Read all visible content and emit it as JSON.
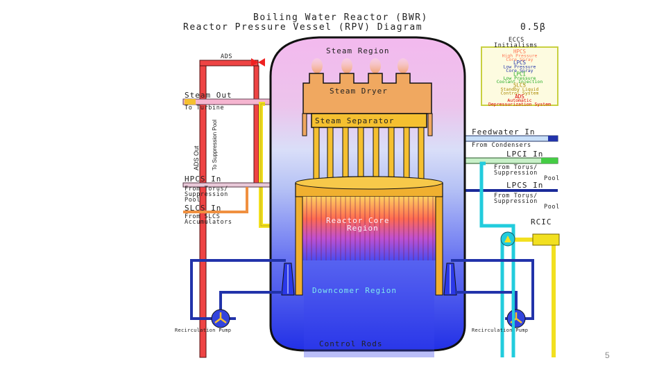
{
  "title": {
    "line1": "Boiling Water Reactor (BWR)",
    "line2": "Reactor Pressure Vessel (RPV) Diagram",
    "version": "0.5β"
  },
  "regions": {
    "steam_region": "Steam Region",
    "steam_dryer": "Steam Dryer",
    "steam_separator": "Steam Separator",
    "core_line1": "Reactor Core",
    "core_line2": "Region",
    "downcomer": "Downcomer Region",
    "control_rods": "Control Rods"
  },
  "left_labels": {
    "ads": "ADS",
    "steam_out": "Steam Out",
    "steam_out_sub": "To Turbine",
    "ads_out": "ADS Out",
    "to_suppression_pool": "To Suppression Pool",
    "hpcs_in": "HPCS In",
    "hpcs_sub1": "From Torus/",
    "hpcs_sub2": "Suppression",
    "hpcs_sub3": "Pool",
    "slcs_in": "SLCS In",
    "slcs_sub1": "From SLCS",
    "slcs_sub2": "Accumulators",
    "recirc_pump_left": "Recirculation Pump"
  },
  "right_labels": {
    "feedwater_in": "Feedwater In",
    "feedwater_sub": "From Condensers",
    "lpci_in": "LPCI In",
    "lpci_sub1": "From Torus/",
    "lpci_sub2": "Suppression",
    "lpci_sub3": "Pool",
    "lpcs_in": "LPCS In",
    "lpcs_sub1": "From Torus/",
    "lpcs_sub2": "Suppression",
    "lpcs_sub3": "Pool",
    "rcic": "RCIC",
    "recirc_pump_right": "Recirculation Pump"
  },
  "eccs": {
    "header1": "ECCS",
    "header2": "Initialisms",
    "items": [
      {
        "abbr": "HPCS",
        "l1": "High Pressure",
        "l2": "Core Spray",
        "color": "#ff7755"
      },
      {
        "abbr": "LPCS",
        "l1": "Low Pressure",
        "l2": "Core Spray",
        "color": "#2233aa"
      },
      {
        "abbr": "LPCI",
        "l1": "Low Pressure",
        "l2": "Coolant Injection",
        "color": "#22aa22"
      },
      {
        "abbr": "SLCS",
        "l1": "Standby Liquid",
        "l2": "Control System",
        "color": "#aa8800"
      },
      {
        "abbr": "ADS",
        "l1": "Automatic",
        "l2": "Depressurization System",
        "color": "#dd0000"
      }
    ]
  },
  "colors": {
    "steam": "#f2b8ee",
    "dryer": "#f0a860",
    "separator": "#f5c030",
    "water": "#3344ee",
    "ads_line": "#ee4444",
    "steam_line": "#f5b5d0",
    "feedwater": "#2233aa",
    "lpci": "#44cc44",
    "rcic": "#f2e020",
    "cyan_line": "#22ccdd"
  },
  "slide_number": "5"
}
